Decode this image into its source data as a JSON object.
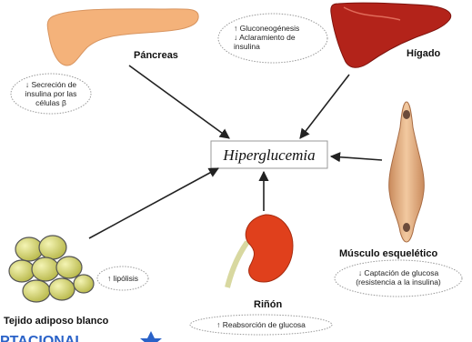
{
  "center": {
    "label": "Hiperglucemia"
  },
  "organs": {
    "pancreas": {
      "label": "Páncreas",
      "note": [
        "↓ Secreción de",
        "insulina por las",
        "células β"
      ]
    },
    "liver": {
      "label": "Hígado",
      "note": [
        "↑ Gluconeogénesis",
        "↓ Aclaramiento de",
        "insulina"
      ]
    },
    "muscle": {
      "label": "Músculo esquelético",
      "note": [
        "↓ Captación de glucosa",
        "(resistencia a la insulina)"
      ]
    },
    "kidney": {
      "label": "Riñón",
      "note": [
        "↑ Reabsorción de glucosa"
      ]
    },
    "adipose": {
      "label": "Tejido adiposo blanco",
      "note": [
        "↑ lipólisis"
      ]
    }
  },
  "watermark": {
    "text": "PTACIONAL"
  },
  "colors": {
    "pancreas": "#f4b27a",
    "liver": "#b3231a",
    "muscle": "#e8b48a",
    "kidney": "#e0401c",
    "adipose": "#d8d870",
    "watermark": "#2a62c8"
  }
}
